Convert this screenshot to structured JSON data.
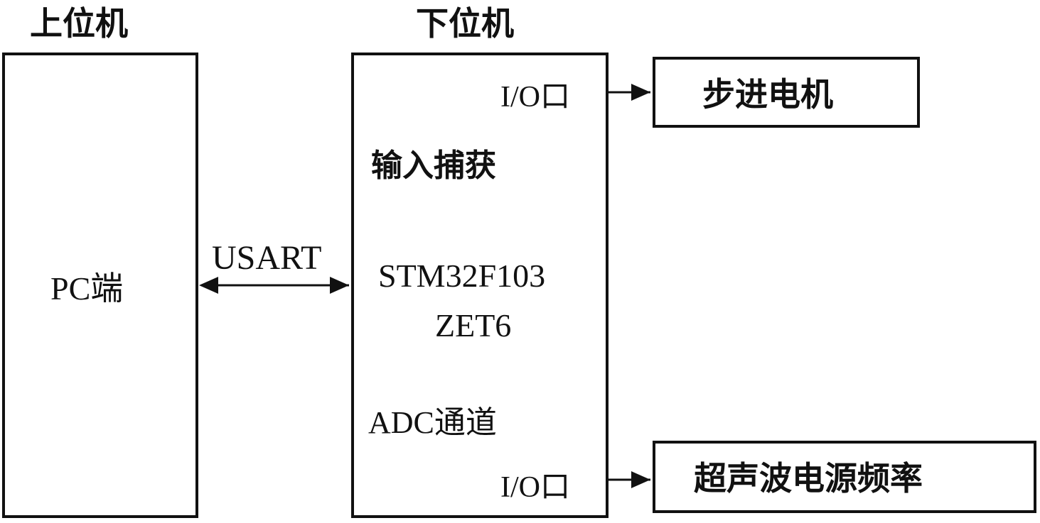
{
  "upper": {
    "heading": "上位机",
    "box_label": "PC端"
  },
  "lower": {
    "heading": "下位机",
    "io_top": "I/O口",
    "input_capture": "输入捕获",
    "mcu_line1": "STM32F103",
    "mcu_line2": "ZET6",
    "adc": "ADC通道",
    "io_bottom": "I/O口"
  },
  "link": {
    "label": "USART"
  },
  "outputs": {
    "stepper": "步进电机",
    "ultrasonic": "超声波电源频率"
  },
  "colors": {
    "stroke": "#111111",
    "background": "#ffffff"
  }
}
